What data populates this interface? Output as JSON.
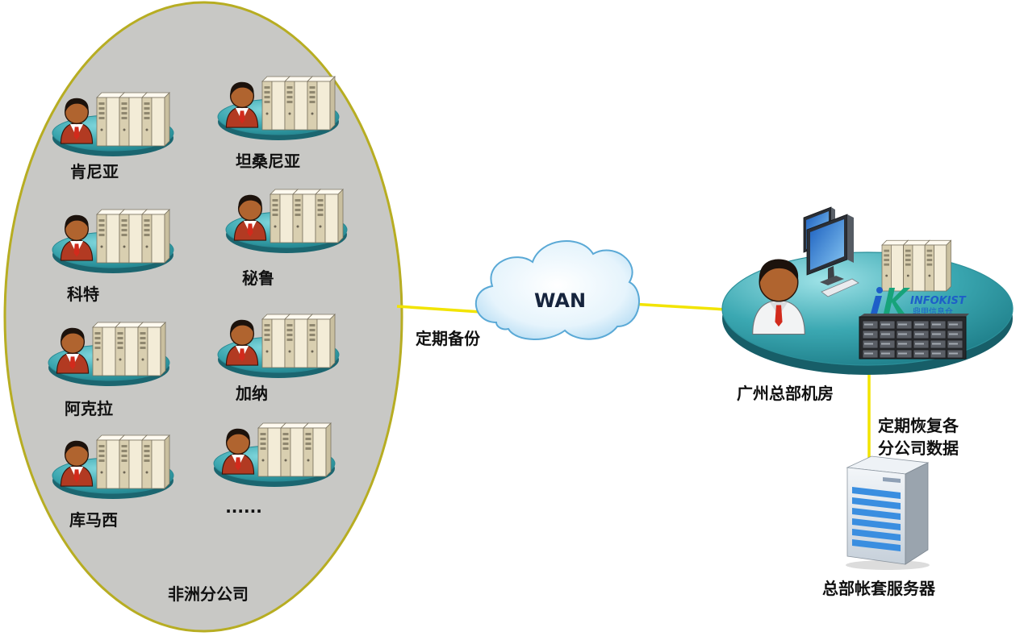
{
  "africa": {
    "group_label": "非洲分公司",
    "branches": [
      "肯尼亚",
      "坦桑尼亚",
      "科特",
      "秘鲁",
      "阿克拉",
      "加纳",
      "库马西",
      "......"
    ]
  },
  "network": {
    "wan_label": "WAN",
    "backup_label": "定期备份",
    "restore_label": [
      "定期恢复各",
      "分公司数据"
    ]
  },
  "headquarters": {
    "room_label": "广州总部机房",
    "logo": {
      "name": "INFOKIST",
      "subtitle": "鼎甲信息仓"
    },
    "server_label": "总部帐套服务器"
  },
  "icons": {
    "branch_user": "person-icon",
    "branch_servers": "server-stack-icon",
    "platform": "platform-disc",
    "network": "cloud-icon",
    "workstation": "monitor-icon",
    "storage": "rack-server-icon",
    "hq_server": "tower-server-icon",
    "logo": "infokist-logo"
  },
  "colors": {
    "link_line": "#f2e400",
    "africa_region_fill": "#c8c8c5",
    "africa_region_border": "#b7ad22",
    "label_text": "#111111",
    "logo_blue": "#1e5fc8",
    "logo_green": "#17a37a"
  }
}
